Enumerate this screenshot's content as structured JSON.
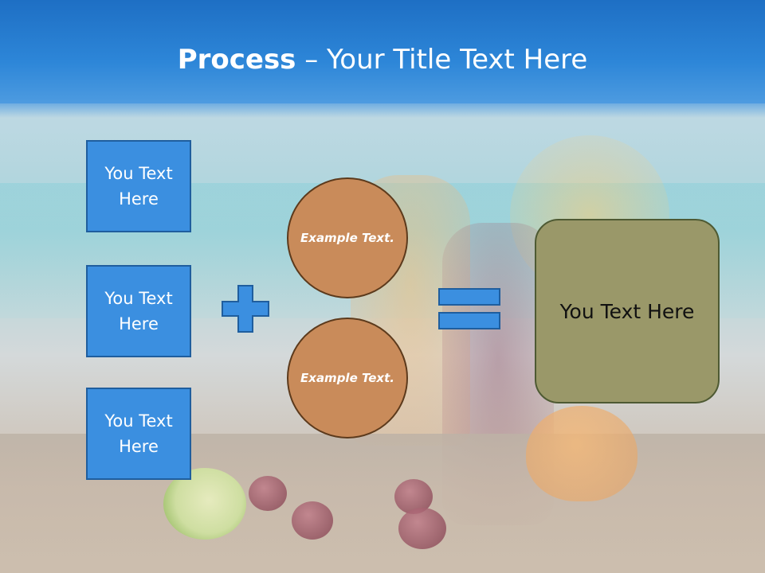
{
  "header": {
    "title_bold": "Process",
    "title_rest": " – Your Title Text Here"
  },
  "left_boxes": [
    {
      "label": "You Text Here"
    },
    {
      "label": "You Text Here"
    },
    {
      "label": "You Text Here"
    }
  ],
  "circles": [
    {
      "label": "Example Text."
    },
    {
      "label": "Example Text."
    }
  ],
  "result": {
    "label": "You Text Here"
  },
  "colors": {
    "header_blue": "#2d86d8",
    "box_blue": "#3b8fe0",
    "circle_orange": "#c98b5a",
    "result_olive": "#9a9869"
  }
}
